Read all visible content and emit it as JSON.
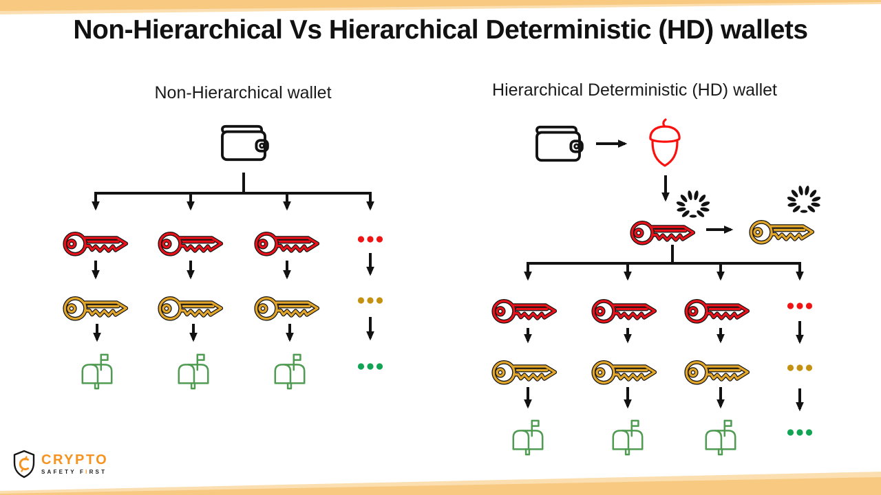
{
  "title": "Non-Hierarchical Vs Hierarchical Deterministic (HD) wallets",
  "diagram": {
    "left": {
      "heading": "Non-Hierarchical wallet",
      "root_icon": "wallet-icon",
      "branch_count": 3,
      "has_more_indicator": true,
      "levels": [
        "private-key",
        "public-key",
        "address-mailbox"
      ]
    },
    "right": {
      "heading": "Hierarchical Deterministic (HD) wallet",
      "root_icon": "wallet-icon",
      "seed_icon": "acorn-seed-icon",
      "master_keys": [
        "master-private-key",
        "master-public-key"
      ],
      "master_badge_icon": "laurel-wreath-icon",
      "branch_count": 3,
      "has_more_indicator": true,
      "levels": [
        "private-key",
        "public-key",
        "address-mailbox"
      ]
    }
  },
  "logo": {
    "name": "CRYPTO",
    "tagline_pre": "SAFETY F",
    "tagline_accent": "I",
    "tagline_post": "RST"
  },
  "icons": {
    "wallet": "wallet-icon",
    "seed": "acorn-seed-icon",
    "private_key": "key-icon",
    "public_key": "key-icon",
    "address": "mailbox-icon",
    "master_badge": "laurel-wreath-icon",
    "more": "ellipsis-dots"
  },
  "colors": {
    "band": "#F8C980",
    "band_light": "#FBDFB0",
    "line": "#121212",
    "private_key_red": "#E8121B",
    "public_key_gold": "#E2A62B",
    "address_green": "#4F9B51",
    "seed_red": "#FA100D",
    "dot_red": "#F01414",
    "dot_gold": "#C49110",
    "dot_green": "#12A355",
    "logo_orange": "#F6921E",
    "title_black": "#111111"
  }
}
